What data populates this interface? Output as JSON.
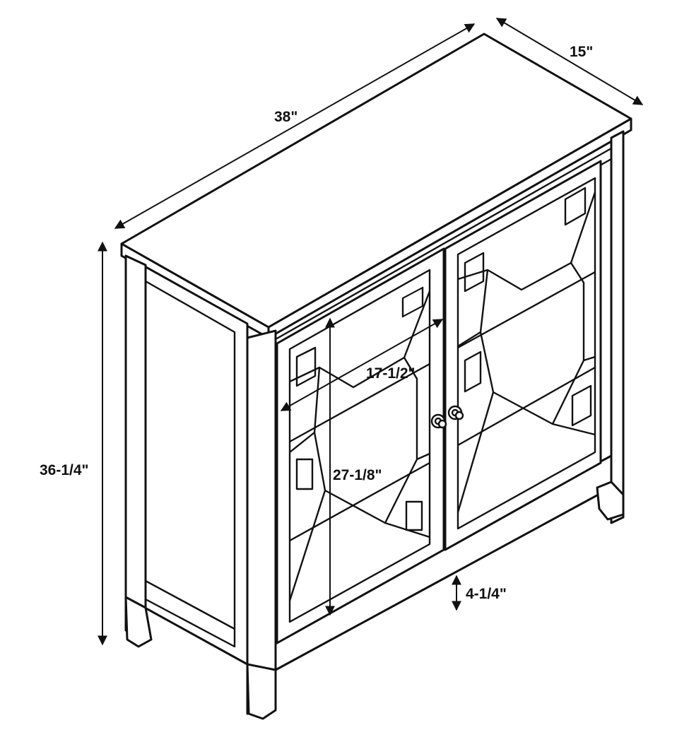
{
  "dimensions": {
    "width": "38\"",
    "depth": "15\"",
    "height": "36-1/4\"",
    "door_width": "17-1/2\"",
    "door_height": "27-1/8\"",
    "leg_height": "4-1/4\""
  }
}
